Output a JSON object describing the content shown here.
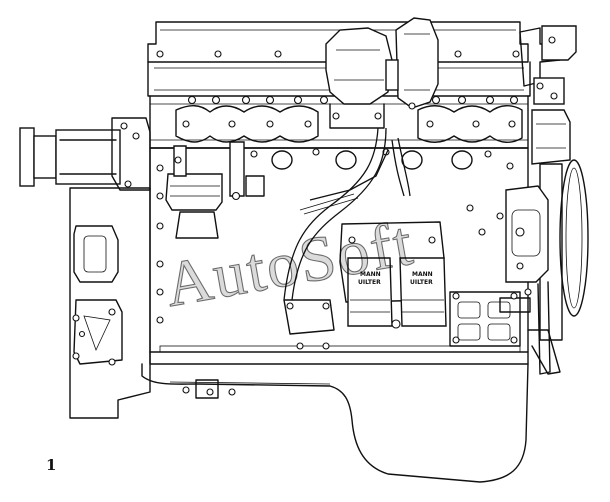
{
  "figure_number": "1",
  "watermark": "AutoSoft",
  "filter_label_left": [
    "MANN",
    "UILTER"
  ],
  "filter_label_right": [
    "MANN",
    "UILTER"
  ]
}
